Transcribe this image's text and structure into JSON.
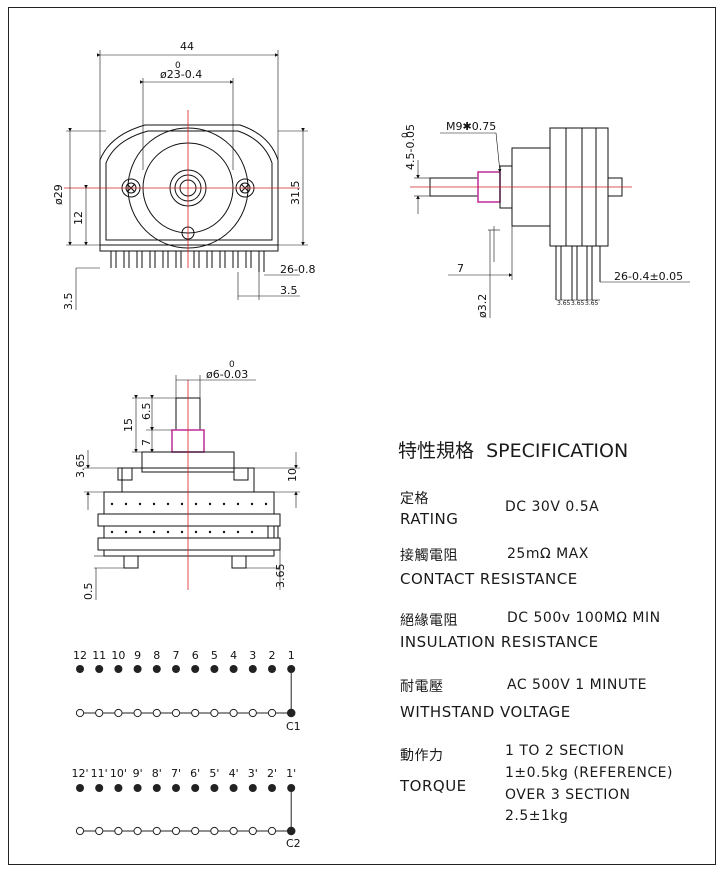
{
  "top_view": {
    "width_dim": "44",
    "tol_top": "0",
    "diameter_dim": "ø23-0.4",
    "left_dim": "ø29",
    "inner_dim": "12",
    "right_dim": "31.5",
    "pin_dim": "26-0.8",
    "pitch_dim": "3.5",
    "bottom_dim": "3.5"
  },
  "side_view": {
    "thread": "M9✱0.75",
    "tol_top": "0",
    "shaft_dim": "4.5-0.05",
    "length_dim": "7",
    "pin_dim": "26-0.4±0.05",
    "pin_diam": "ø3.2",
    "pitch_a": "3.65",
    "pitch_b": "3.65",
    "pitch_c": "3.65"
  },
  "front_view": {
    "tol_top": "0",
    "shaft_diam": "ø6-0.03",
    "dim_65": "6.5",
    "dim_15": "15",
    "dim_7": "7",
    "dim_365_top": "3.65",
    "dim_10": "10",
    "dim_365_bottom": "3.65",
    "dim_05": "0.5",
    "label_c1": "C1",
    "label_c2": "C2",
    "row_numbers": [
      "12",
      "11",
      "10",
      "9",
      "8",
      "7",
      "6",
      "5",
      "4",
      "3",
      "2",
      "1"
    ],
    "row_numbers_primed": [
      "12'",
      "11'",
      "10'",
      "9'",
      "8'",
      "7'",
      "6'",
      "5'",
      "4'",
      "3'",
      "2'",
      "1'"
    ]
  },
  "schematic": {
    "row1_labels": [
      "12",
      "11",
      "10",
      "9",
      "8",
      "7",
      "6",
      "5",
      "4",
      "3",
      "2",
      "1"
    ],
    "common1": "C1",
    "row2_labels": [
      "12'",
      "11'",
      "10'",
      "9'",
      "8'",
      "7'",
      "6'",
      "5'",
      "4'",
      "3'",
      "2'",
      "1'"
    ],
    "common2": "C2"
  },
  "spec": {
    "title_cjk": "特性規格",
    "title": "SPECIFICATION",
    "rating_cjk": "定格",
    "rating": "RATING",
    "rating_val": "DC 30V 0.5A",
    "contact_cjk": "接觸電阻",
    "contact_val": "25mΩ MAX",
    "contact": "CONTACT RESISTANCE",
    "insulation_cjk": "絕緣電阻",
    "insulation_val": "DC 500v 100MΩ MIN",
    "insulation": "INSULATION RESISTANCE",
    "withstand_cjk": "耐電壓",
    "withstand_val": "AC 500V 1 MINUTE",
    "withstand": "WITHSTAND VOLTAGE",
    "torque_cjk": "動作力",
    "torque": "TORQUE",
    "torque_val1": "1 TO 2 SECTION",
    "torque_val2": "1±0.5kg (REFERENCE)",
    "torque_val3": "OVER 3 SECTION",
    "torque_val4": "2.5±1kg"
  }
}
